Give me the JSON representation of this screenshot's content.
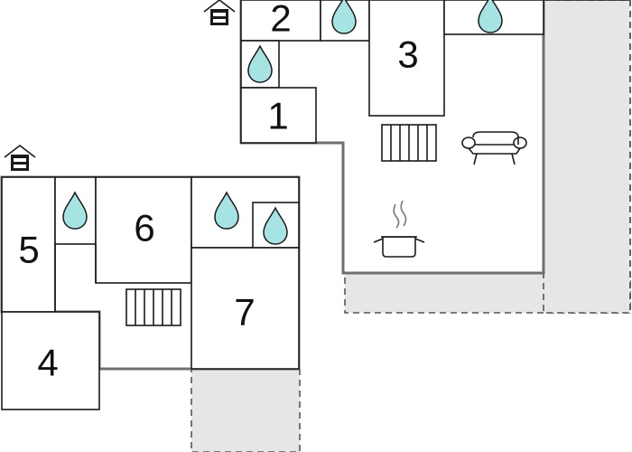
{
  "rooms": [
    {
      "id": "room-1",
      "number": "1"
    },
    {
      "id": "room-2",
      "number": "2"
    },
    {
      "id": "room-3",
      "number": "3"
    },
    {
      "id": "room-4",
      "number": "4"
    },
    {
      "id": "room-5",
      "number": "5"
    },
    {
      "id": "room-6",
      "number": "6"
    },
    {
      "id": "room-7",
      "number": "7"
    }
  ],
  "icons": {
    "entrance": "house-entrance-icon",
    "bathroom": "water-drop-icon",
    "heater": "radiator-icon",
    "living": "sofa-icon",
    "kitchen": "cooking-pot-icon"
  },
  "colors": {
    "water_drop": "#a6e3e3",
    "terrace": "#e6e6e6",
    "outer_wall": "#6f6f6f",
    "inner_wall": "#1a1a1a"
  }
}
